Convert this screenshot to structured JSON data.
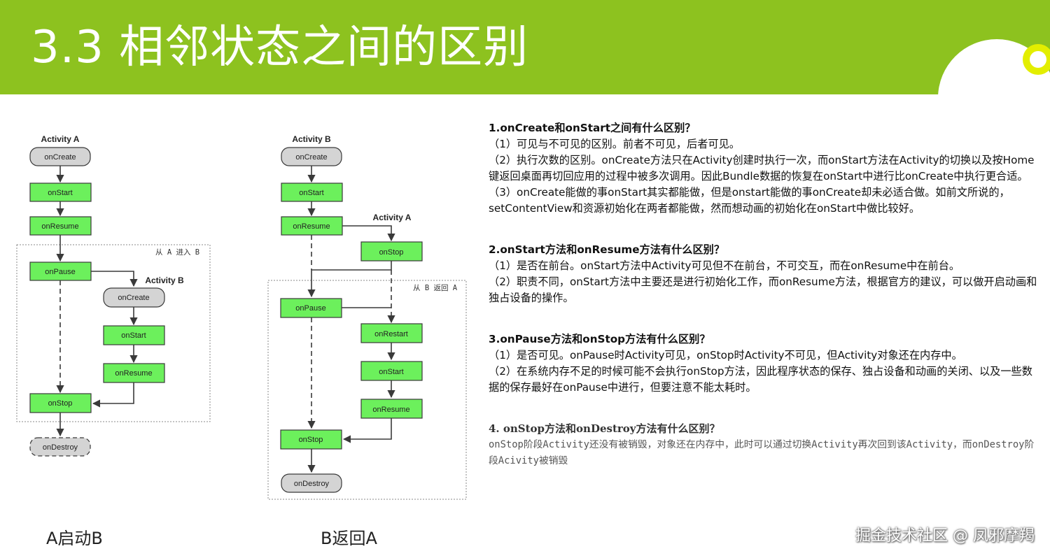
{
  "slide": {
    "title": "3.3 相邻状态之间的区别",
    "watermark": "掘金技术社区 @ 凤邪摩羯",
    "colors": {
      "header_green": "#8dc21f",
      "node_green": "#6cf05c",
      "node_grey": "#d4d4d4",
      "deco_yellow": "#e3ee00"
    }
  },
  "diagram_left": {
    "caption": "A启动B",
    "region_label": "从 A 进入 B",
    "activity_a_label": "Activity A",
    "activity_b_label": "Activity B",
    "nodes": {
      "a_oncreate": "onCreate",
      "a_onstart": "onStart",
      "a_onresume": "onResume",
      "a_onpause": "onPause",
      "b_oncreate": "onCreate",
      "b_onstart": "onStart",
      "b_onresume": "onResume",
      "a_onstop": "onStop",
      "a_ondestroy": "onDestroy"
    }
  },
  "diagram_right": {
    "caption": "B返回A",
    "region_label": "从 B 返回 A",
    "activity_a_label": "Activity A",
    "activity_b_label": "Activity B",
    "nodes": {
      "b_oncreate": "onCreate",
      "b_onstart": "onStart",
      "b_onresume": "onResume",
      "a_onstop": "onStop",
      "b_onpause": "onPause",
      "a_onrestart": "onRestart",
      "a_onstart": "onStart",
      "a_onresume": "onResume",
      "b_onstop": "onStop",
      "b_ondestroy": "onDestroy"
    }
  },
  "questions": [
    {
      "title": "1.onCreate和onStart之间有什么区别？",
      "answers": [
        "（1）可见与不可见的区别。前者不可见，后者可见。",
        "（2）执行次数的区别。onCreate方法只在Activity创建时执行一次，而onStart方法在Activity的切换以及按Home键返回桌面再切回应用的过程中被多次调用。因此Bundle数据的恢复在onStart中进行比onCreate中执行更合适。",
        "（3）onCreate能做的事onStart其实都能做，但是onstart能做的事onCreate却未必适合做。如前文所说的，setContentView和资源初始化在两者都能做，然而想动画的初始化在onStart中做比较好。"
      ]
    },
    {
      "title": "2.onStart方法和onResume方法有什么区别？",
      "answers": [
        "（1）是否在前台。onStart方法中Activity可见但不在前台，不可交互，而在onResume中在前台。",
        "（2）职责不同，onStart方法中主要还是进行初始化工作，而onResume方法，根据官方的建议，可以做开启动画和独占设备的操作。"
      ]
    },
    {
      "title": "3.onPause方法和onStop方法有什么区别？",
      "answers": [
        "（1）是否可见。onPause时Activity可见，onStop时Activity不可见，但Activity对象还在内存中。",
        "（2）在系统内存不足的时候可能不会执行onStop方法，因此程序状态的保存、独占设备和动画的关闭、以及一些数据的保存最好在onPause中进行，但要注意不能太耗时。"
      ]
    },
    {
      "title": "4. onStop方法和onDestroy方法有什么区别？",
      "answers": [
        "onStop阶段Activity还没有被销毁，对象还在内存中，此时可以通过切换Activity再次回到该Activity，而onDestroy阶段Acivity被销毁"
      ]
    }
  ]
}
